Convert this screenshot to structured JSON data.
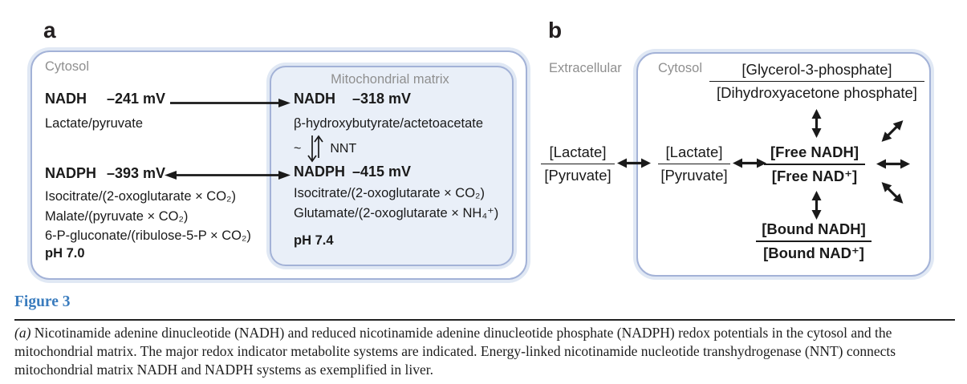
{
  "panel_a": {
    "label": "a",
    "cytosol": {
      "region_label": "Cytosol",
      "nadh": {
        "name": "NADH",
        "potential": "–241 mV"
      },
      "nadh_indicator": "Lactate/pyruvate",
      "nadph": {
        "name": "NADPH",
        "potential": "–393 mV"
      },
      "nadph_indicators": [
        "Isocitrate/(2-oxoglutarate × CO₂)",
        "Malate/(pyruvate × CO₂)",
        "6-P-gluconate/(ribulose-5-P × CO₂)"
      ],
      "ph": "pH 7.0"
    },
    "matrix": {
      "region_label": "Mitochondrial matrix",
      "nadh": {
        "name": "NADH",
        "potential": "–318 mV"
      },
      "nadh_indicator": "β-hydroxybutyrate/actetoacetate",
      "nnt": {
        "tilde": "~",
        "label": "NNT"
      },
      "nadph": {
        "name": "NADPH",
        "potential": "–415 mV"
      },
      "nadph_indicators": [
        "Isocitrate/(2-oxoglutarate × CO₂)",
        "Glutamate/(2-oxoglutarate × NH₄⁺)"
      ],
      "ph": "pH 7.4"
    }
  },
  "panel_b": {
    "label": "b",
    "extracellular_label": "Extracellular",
    "cytosol_label": "Cytosol",
    "fractions": {
      "glycerol": {
        "num": "[Glycerol-3-phosphate]",
        "den": "[Dihydroxyacetone phosphate]"
      },
      "lactate_out": {
        "num": "[Lactate]",
        "den": "[Pyruvate]"
      },
      "lactate_in": {
        "num": "[Lactate]",
        "den": "[Pyruvate]"
      },
      "free_nad": {
        "num": "[Free NADH]",
        "den": "[Free NAD⁺]"
      },
      "bound_nad": {
        "num": "[Bound NADH]",
        "den": "[Bound NAD⁺]"
      }
    }
  },
  "caption": {
    "figure_label": "Figure 3",
    "italic_prefix": "(a)",
    "text": " Nicotinamide adenine dinucleotide (NADH) and reduced nicotinamide adenine dinucleotide phosphate (NADPH) redox potentials in the cytosol and the mitochondrial matrix. The major redox indicator metabolite systems are indicated. Energy-linked nicotinamide nucleotide transhydrogenase (NNT) connects mitochondrial matrix NADH and NADPH systems as exemplified in liver."
  },
  "colors": {
    "membrane_border": "#a3b2d7",
    "membrane_halo": "#e0e8f4",
    "matrix_fill": "#e9eff8",
    "region_label_gray": "#8f8f8f",
    "figure_label_blue": "#3a7cbe",
    "text_black": "#1a1a1a"
  }
}
